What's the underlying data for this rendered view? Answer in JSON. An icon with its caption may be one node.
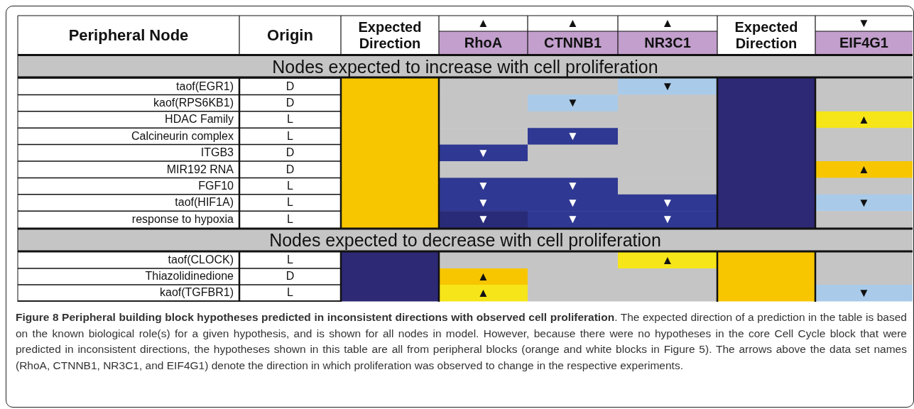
{
  "diagram": {
    "caption": "**Figure 8 Peripheral building block hypotheses predicted in inconsistent directions with observed cell proliferation**. The expected direction of a prediction in the table is based on the known biological role(s) for a given hypothesis, and is shown for all nodes in model. However, because there were no hypotheses in the core Cell Cycle block that were predicted in inconsistent directions, the hypotheses shown in this table are all from peripheral blocks (orange and white blocks in Figure 5). The arrows above the data set names (RhoA, CTNNB1, NR3C1, and EIF4G1) denote the direction in which proliferation was observed to change in the respective experiments.",
    "labels": [
      "Peripheral Node",
      "Origin",
      "Expected Direction",
      "▲",
      "▲",
      "▲",
      "Expected Direction",
      "▼",
      "RhoA",
      "CTNNB1",
      "NR3C1",
      "EIF4G1",
      "Nodes expected to increase with cell proliferation",
      "taof(EGR1)",
      "D",
      "▼",
      "kaof(RPS6KB1)",
      "D",
      "▼",
      "HDAC Family",
      "L",
      "▲",
      "Calcineurin complex",
      "L",
      "▼",
      "ITGB3",
      "D",
      "▼",
      "MIR192 RNA",
      "D",
      "▲",
      "FGF10",
      "L",
      "▼",
      "▼",
      "taof(HIF1A)",
      "L",
      "▼",
      "▼",
      "▼",
      "▼",
      "response to hypoxia",
      "L",
      "▼",
      "▼",
      "▼",
      "Nodes expected to decrease with cell proliferation",
      "taof(CLOCK)",
      "L",
      "▲",
      "Thiazolidinedione",
      "D",
      "▲",
      "kaof(TGFBR1)",
      "L",
      "▲",
      "▼"
    ]
  }
}
